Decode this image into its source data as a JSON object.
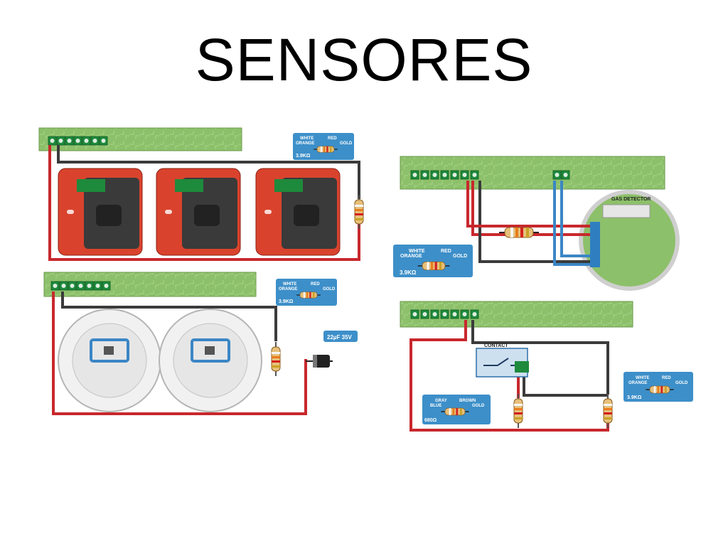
{
  "slide": {
    "title": "SENSORES"
  },
  "resistor_labels": {
    "white": "WHITE",
    "orange": "ORANGE",
    "red": "RED",
    "gold": "GOLD",
    "value": "3.9KΩ"
  },
  "capacitor_label": "22µF 35V",
  "gas_detector_label": "GAS DETECTOR",
  "contact_label": "CONTACT",
  "eol_680": {
    "gray": "GRAY",
    "blue": "BLUE",
    "brown": "BROWN",
    "gold": "GOLD",
    "value": "680Ω"
  },
  "colors": {
    "panel_green": "#8dc06a",
    "wire_red": "#c8282d",
    "wire_black": "#3b3b3b",
    "wire_blue": "#3b86c6",
    "label_blue": "#3d8fc9",
    "pir_red": "#d9432d"
  }
}
